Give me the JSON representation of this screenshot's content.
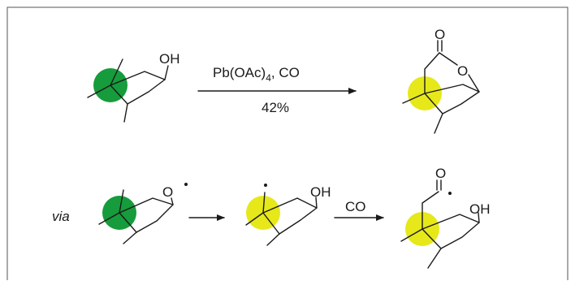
{
  "colors": {
    "quaternary_marker": "#169c3c",
    "radical_marker": "#e6e81a",
    "ink": "#1a1a1a"
  },
  "reaction": {
    "reagent_main": "Pb(OAc)",
    "reagent_subscript": "4",
    "reagent_tail": ", CO",
    "yield": "42%"
  },
  "mechanism": {
    "via_label": "via",
    "step_reagent": "CO"
  },
  "atoms": {
    "oh": "OH",
    "o": "O"
  }
}
